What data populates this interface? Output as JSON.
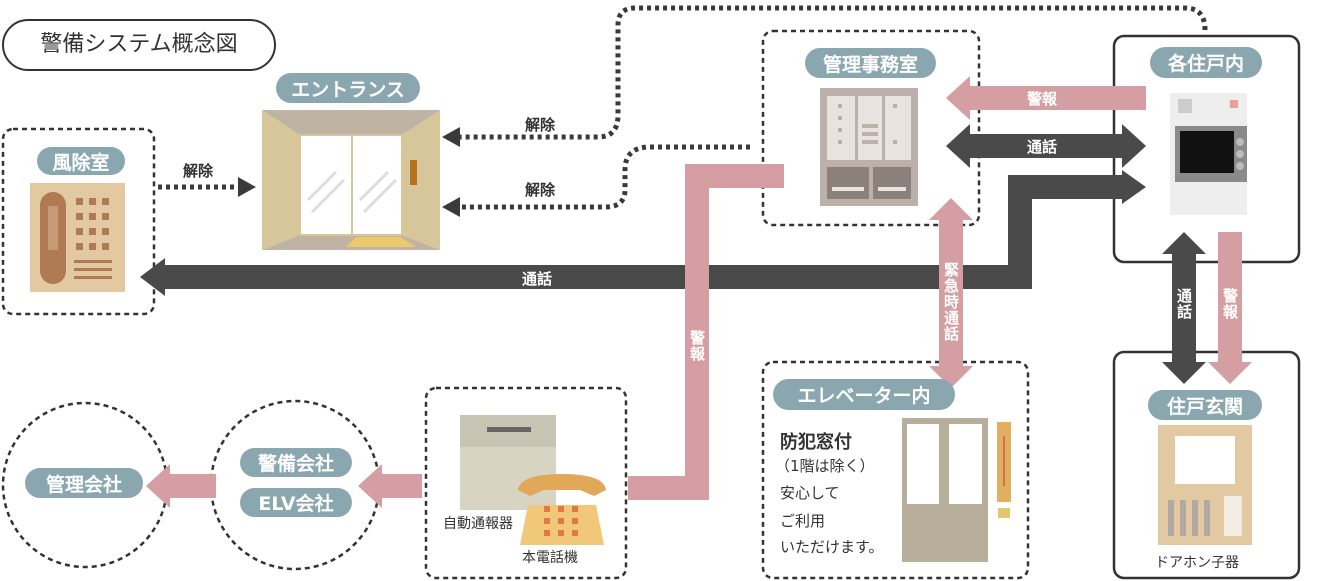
{
  "title": "警備システム概念図",
  "locations": {
    "windbreak_room": "風除室",
    "entrance": "エントランス",
    "management_office": "管理事務室",
    "each_unit": "各住戸内",
    "unit_entrance": "住戸玄関",
    "elevator": "エレベーター内",
    "security_company": "警備会社",
    "elv_company": "ELV会社",
    "management_company": "管理会社"
  },
  "arrows": {
    "release_1": "解除",
    "release_2": "解除",
    "release_3": "解除",
    "alarm_unit_to_office": "警報",
    "call_unit_office": "通話",
    "call_long": "通話",
    "alarm_office_to_reporter": "警報",
    "emergency_call": "緊急時通話",
    "call_unit_door": "通話",
    "alarm_unit_door": "警報"
  },
  "elevator_note": {
    "heading": "防犯窓付",
    "lines": [
      "（1階は除く）",
      "安心して",
      "ご利用",
      "いただけます。"
    ]
  },
  "devices": {
    "auto_reporter": "自動通報器",
    "phone": "本電話機",
    "door_phone": "ドアホン子器"
  },
  "colors": {
    "pill": "#8aa7b0",
    "alarm": "#d49ea2",
    "call": "#4a4a4a"
  }
}
